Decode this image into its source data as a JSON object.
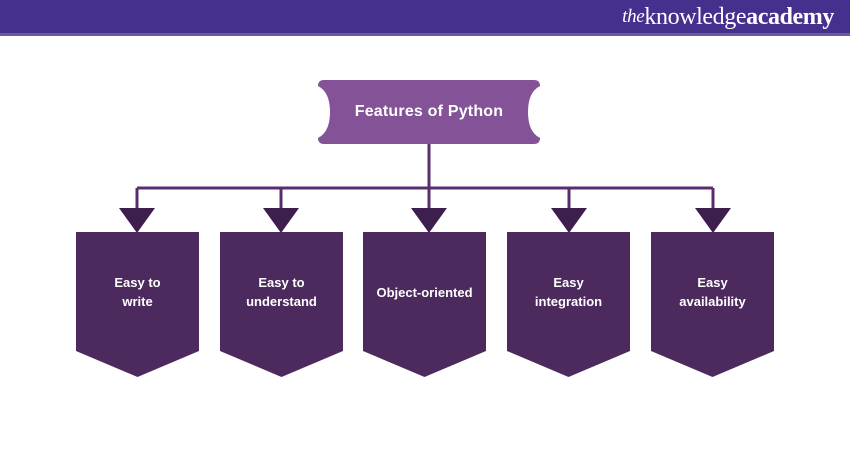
{
  "header": {
    "brand": {
      "the": "the",
      "knowledge": "knowledge",
      "academy": "academy"
    },
    "band_color": "#45308e",
    "rule_color": "#6a59a4"
  },
  "diagram": {
    "type": "hierarchy-tree",
    "title_node": {
      "label": "Features of Python",
      "fill": "#845296",
      "text_color": "#ffffff",
      "shape": "concave-sided-rounded-box"
    },
    "connector": {
      "color": "#5a2d6e",
      "stroke_width": 3,
      "arrowhead": "filled-triangle",
      "style": "orthogonal-bus"
    },
    "children": [
      {
        "label_lines": [
          "Easy to",
          "write"
        ],
        "fill": "#4d2a5e",
        "text_color": "#ffffff"
      },
      {
        "label_lines": [
          "Easy to",
          "understand"
        ],
        "fill": "#4d2a5e",
        "text_color": "#ffffff"
      },
      {
        "label_lines": [
          "Object-oriented"
        ],
        "fill": "#4d2a5e",
        "text_color": "#ffffff"
      },
      {
        "label_lines": [
          "Easy",
          "integration"
        ],
        "fill": "#4d2a5e",
        "text_color": "#ffffff"
      },
      {
        "label_lines": [
          "Easy",
          "availability"
        ],
        "fill": "#4d2a5e",
        "text_color": "#ffffff"
      }
    ],
    "child_shape": "ribbon-banner-pointed-bottom",
    "background": "#ffffff"
  }
}
